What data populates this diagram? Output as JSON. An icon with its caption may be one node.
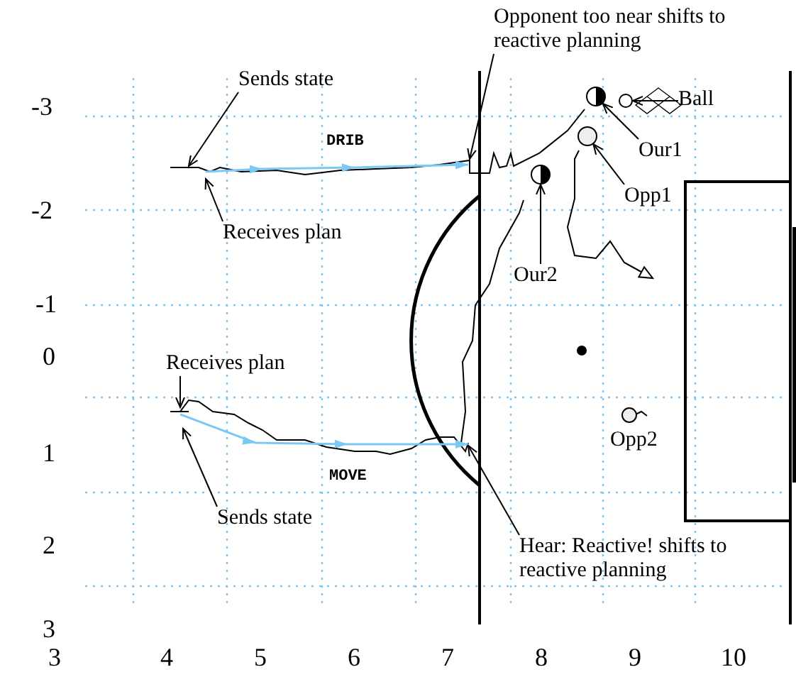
{
  "diagram": {
    "nodes": [
      {
        "text": [
          "Opponent too near shifts to reactive planning"
        ]
      },
      {
        "text": [
          "Sends state"
        ]
      },
      {
        "text": [],
        "shape": "circle"
      },
      {
        "text": [],
        "shape": "circle"
      },
      {
        "text": [
          "Ball"
        ]
      },
      {
        "text": [],
        "shape": "circle"
      },
      {
        "text": [
          "Our1"
        ]
      },
      {
        "text": [
          "Opp1"
        ]
      },
      {
        "text": [
          "Receives plan"
        ]
      },
      {
        "text": [],
        "shape": "circle"
      },
      {
        "text": [
          "Our2"
        ]
      },
      {
        "text": [
          "Receives plan"
        ]
      },
      {
        "text": [],
        "shape": "circle",
        "beside": [
          "Opp2"
        ]
      },
      {
        "text": [
          "Sends state"
        ]
      },
      {
        "text": [
          "Hear: Reactive! shifts to reactive planning"
        ]
      }
    ],
    "edges": [
      {
        "from": 0,
        "to": null,
        "arrow": "to"
      },
      {
        "from": 1,
        "to": null,
        "arrow": "to"
      },
      {
        "from": 4,
        "to": 3,
        "arrow": "to"
      },
      {
        "from": 6,
        "to": 2,
        "arrow": "to"
      },
      {
        "from": 7,
        "to": 5,
        "arrow": "to"
      },
      {
        "from": 8,
        "to": null,
        "arrow": "to"
      },
      {
        "from": 10,
        "to": 9,
        "arrow": "to"
      },
      {
        "from": 11,
        "to": null,
        "arrow": "to"
      },
      {
        "from": 13,
        "to": null,
        "arrow": "to"
      },
      {
        "from": 14,
        "to": null,
        "arrow": "to"
      }
    ],
    "labels": [
      "DRIB",
      "MOVE",
      "-3",
      "-2",
      "-1",
      "0",
      "1",
      "2",
      "3",
      "3",
      "4",
      "5",
      "6",
      "7",
      "8",
      "9",
      "10"
    ]
  }
}
